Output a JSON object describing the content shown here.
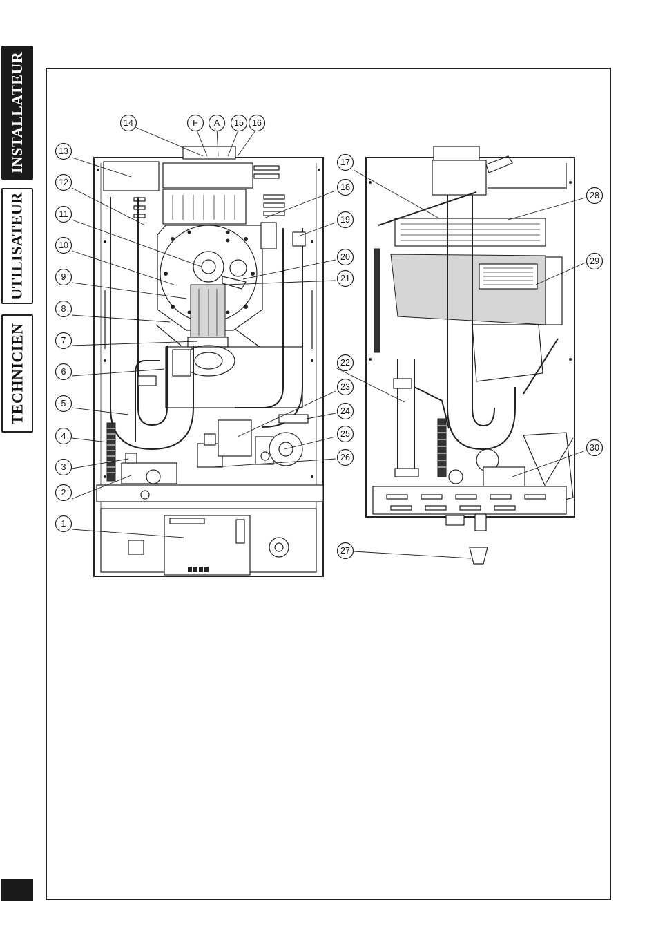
{
  "side_tabs": {
    "installateur": "INSTALLATEUR",
    "utilisateur": "UTILISATEUR",
    "technicien": "TECHNICIEN"
  },
  "callouts": [
    "14",
    "F",
    "A",
    "15",
    "16",
    "13",
    "12",
    "11",
    "10",
    "9",
    "8",
    "7",
    "6",
    "5",
    "4",
    "3",
    "2",
    "1",
    "17",
    "18",
    "19",
    "20",
    "21",
    "22",
    "23",
    "24",
    "25",
    "26",
    "27",
    "28",
    "29",
    "30"
  ],
  "colors": {
    "ink": "#222222",
    "tab_active_bg": "#1a1a1a",
    "tab_active_text": "#ffffff"
  }
}
